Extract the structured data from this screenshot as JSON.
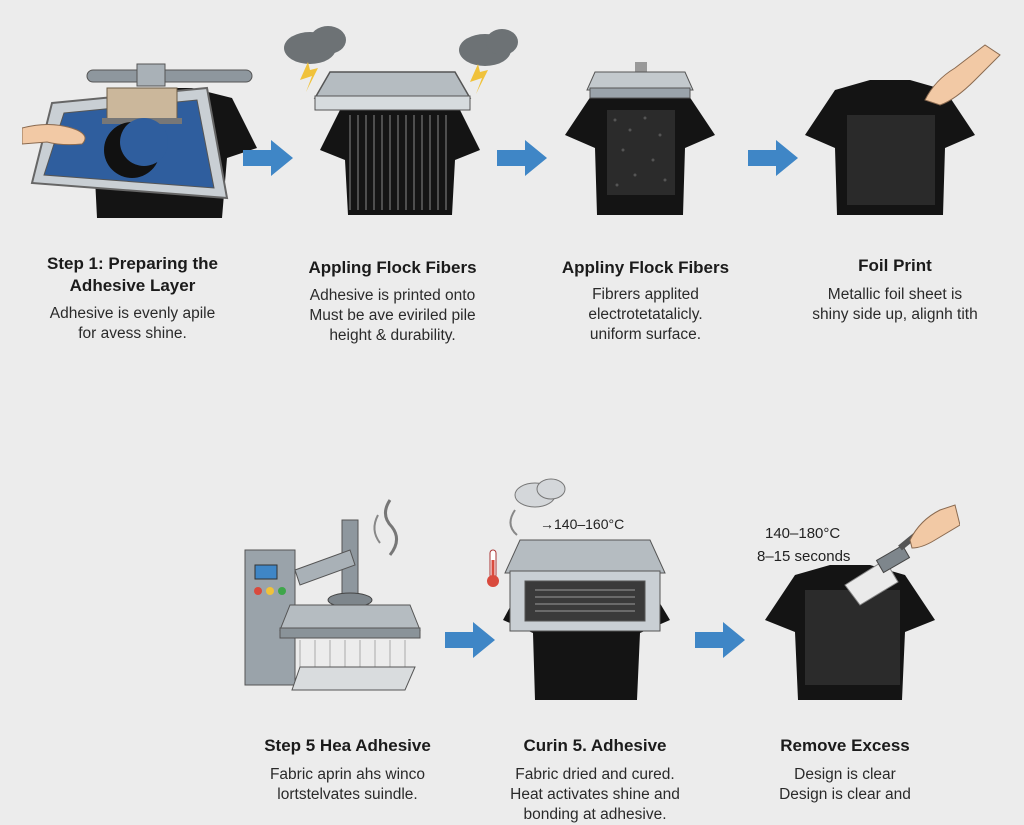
{
  "steps_top": [
    {
      "title_lines": [
        "Step 1: Preparing the",
        "Adhesive Layer"
      ],
      "desc_lines": [
        "Adhesive is evenly apile",
        "for avess shine."
      ]
    },
    {
      "title_lines": [
        "Appling Flock Fibers"
      ],
      "desc_lines": [
        "Adhesive is printed onto",
        "Must be ave eviriled pile",
        "height & durability."
      ]
    },
    {
      "title_lines": [
        "Appliny Flock Fibers"
      ],
      "desc_lines": [
        "Fibrers applited",
        "electrotetatalicly.",
        "uniform surface."
      ]
    },
    {
      "title_lines": [
        "Foil Print"
      ],
      "desc_lines": [
        "Metallic foil sheet is",
        "shiny side up, alignh tith"
      ]
    }
  ],
  "steps_bottom": [
    {
      "title_lines": [
        "Step 5 Hea Adhesive"
      ],
      "desc_lines": [
        "Fabric aprin ahs winco",
        "lortstelvates suindle."
      ]
    },
    {
      "title_lines": [
        "Curin 5. Adhesive"
      ],
      "desc_lines": [
        "Fabric dried and cured.",
        "Heat activates shine and",
        "bonding at adhesive."
      ]
    },
    {
      "title_lines": [
        "Remove Excess"
      ],
      "desc_lines": [
        "Design is clear",
        "Design is clear and"
      ]
    }
  ],
  "annotations": {
    "curing_temp": "140–160°C",
    "press_temp": "140–180°C",
    "press_time": "8–15 seconds"
  },
  "colors": {
    "arrow": "#3f86c6",
    "shirt": "#141414",
    "metal": "#9aa3aa",
    "background": "#ececec"
  }
}
